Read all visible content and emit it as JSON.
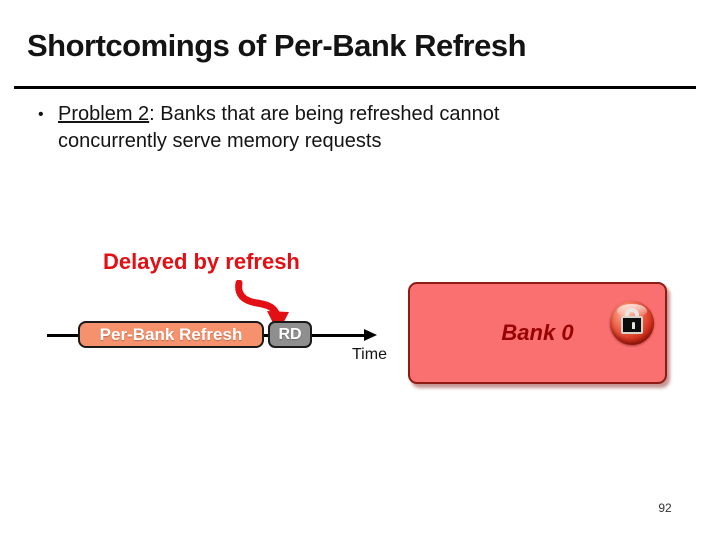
{
  "slide": {
    "title": "Shortcomings of Per-Bank Refresh",
    "page_number": "92"
  },
  "bullet": {
    "marker": "•",
    "label": "Problem 2",
    "line1_rest": ": Banks that are being refreshed cannot",
    "line2": "concurrently serve memory requests"
  },
  "annotation": {
    "text": "Delayed by refresh",
    "color": "#e21014"
  },
  "timeline": {
    "refresh_label": "Per-Bank Refresh",
    "rd_label": "RD",
    "axis_label": "Time",
    "refresh_box_color": "#f5916c",
    "rd_box_color": "#8f8f8f"
  },
  "bank": {
    "label": "Bank 0",
    "fill_color": "#fa7070",
    "border_color": "#8e1c14",
    "label_color": "#970202",
    "icon": "lock-icon"
  }
}
